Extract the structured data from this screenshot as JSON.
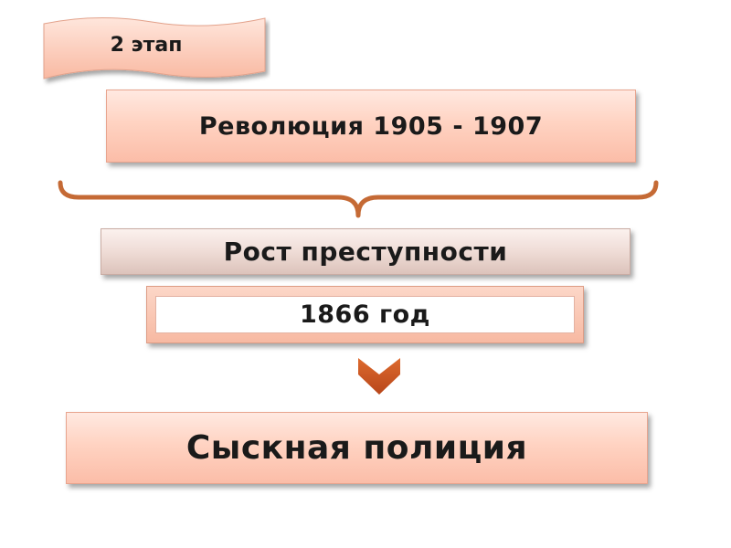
{
  "stage": {
    "label": "2 этап"
  },
  "revolution": {
    "label": "Революция 1905 - 1907"
  },
  "crime": {
    "label": "Рост преступности"
  },
  "year": {
    "label": "1866 год"
  },
  "police": {
    "label": "Сыскная полиция"
  },
  "colors": {
    "box_fill": "#fcd0bf",
    "box_border": "#e8a48e",
    "brace": "#c56a35",
    "arrow": "#c9561e",
    "grey_fill": "#ecd9d3"
  }
}
